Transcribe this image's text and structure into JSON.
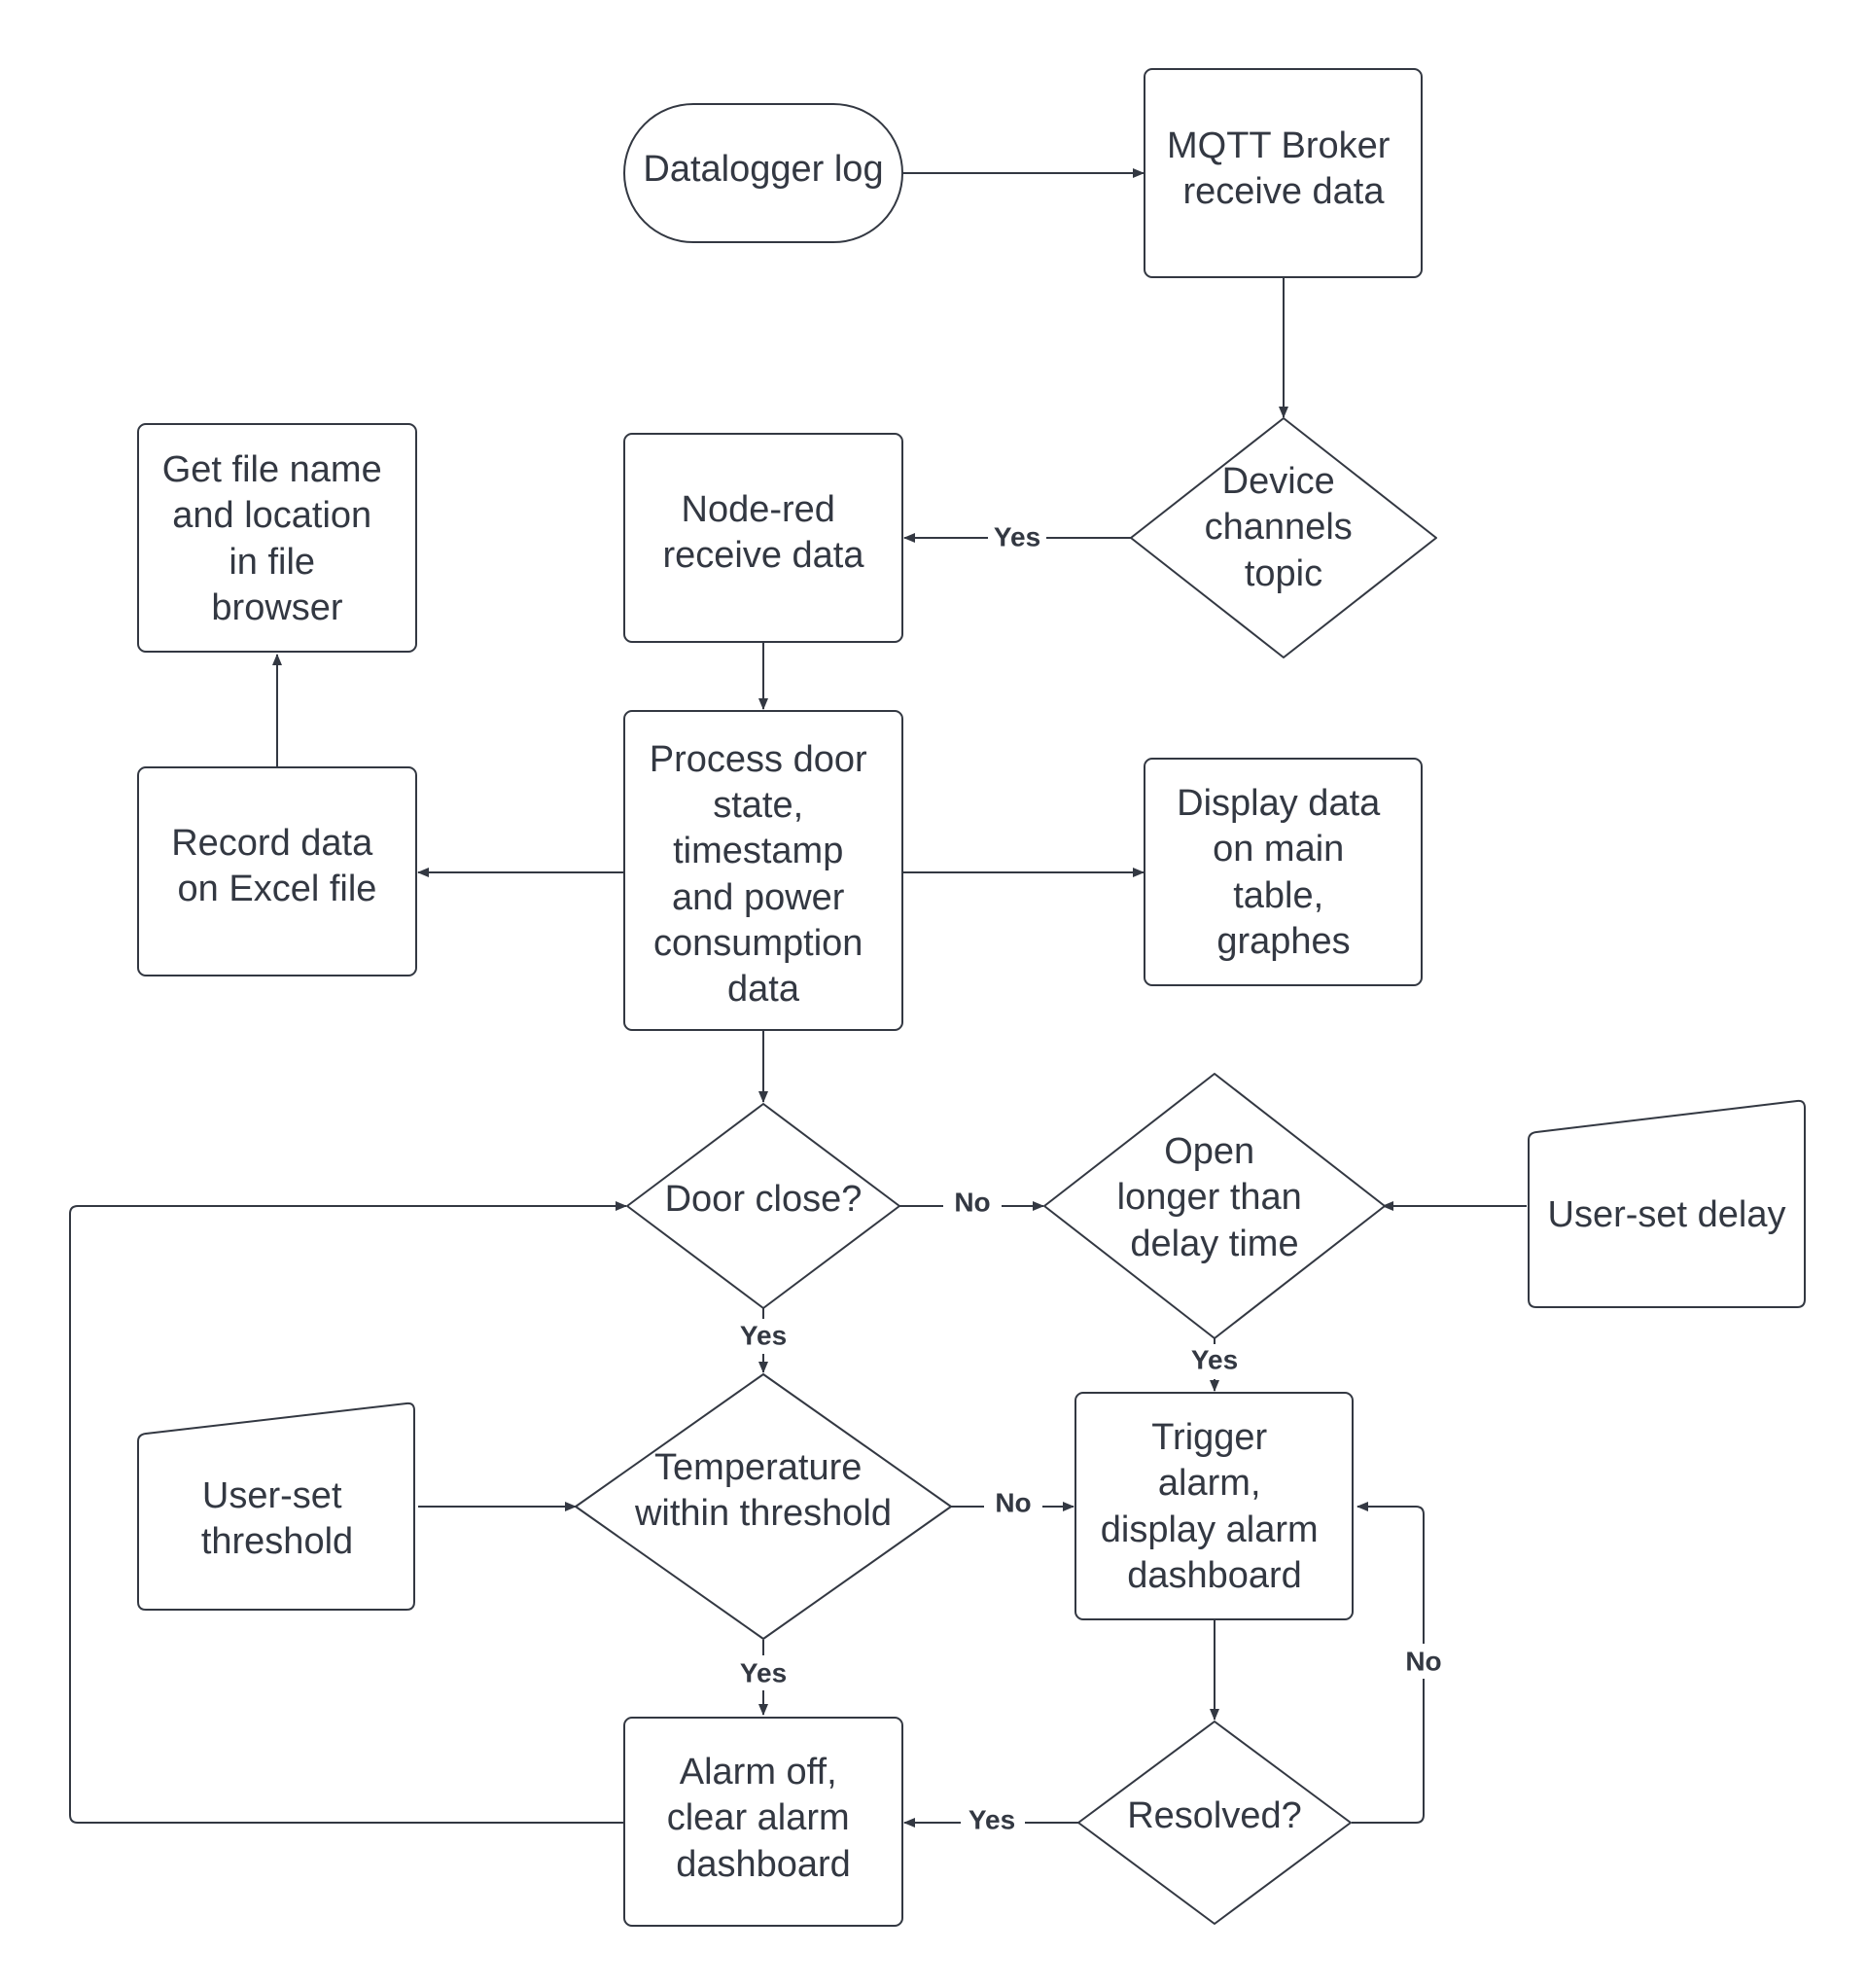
{
  "diagram": {
    "line_color": "#333842",
    "background": "#ffffff",
    "nodes": {
      "datalogger": [
        "Datalogger log"
      ],
      "mqtt": [
        "MQTT Broker",
        "receive data"
      ],
      "device_topic": [
        "Device",
        "channels",
        "topic"
      ],
      "nodered": [
        "Node-red",
        "receive data"
      ],
      "get_file": [
        "Get file name",
        "and location",
        "in file",
        "browser"
      ],
      "process": [
        "Process door",
        "state,",
        "timestamp",
        "and power",
        "consumption",
        "data"
      ],
      "record": [
        "Record data",
        "on Excel file"
      ],
      "display": [
        "Display data",
        "on main",
        "table,",
        "graphes"
      ],
      "door_close": [
        "Door close?"
      ],
      "open_longer": [
        "Open",
        "longer than",
        "delay time"
      ],
      "user_delay": [
        "User-set delay"
      ],
      "user_threshold": [
        "User-set",
        "threshold"
      ],
      "temperature": [
        "Temperature",
        "within threshold"
      ],
      "trigger": [
        "Trigger",
        "alarm,",
        "display alarm",
        "dashboard"
      ],
      "alarm_off": [
        "Alarm off,",
        "clear alarm",
        "dashboard"
      ],
      "resolved": [
        "Resolved?"
      ]
    },
    "edge_labels": {
      "topic_to_nodered": "Yes",
      "door_no": "No",
      "door_yes": "Yes",
      "open_yes": "Yes",
      "temp_no": "No",
      "temp_yes": "Yes",
      "resolved_yes": "Yes",
      "resolved_no": "No"
    }
  }
}
